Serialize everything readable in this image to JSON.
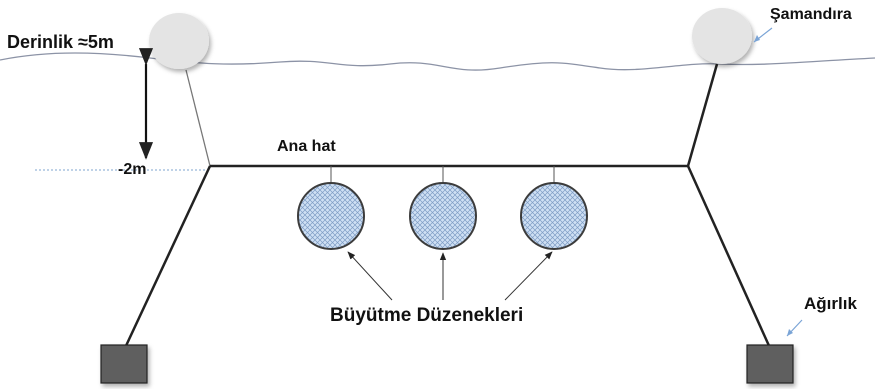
{
  "labels": {
    "depth": "Derinlik ≈5m",
    "depth_marker": "-2m",
    "main_line": "Ana hat",
    "buoy": "Şamandıra",
    "weight": "Ağırlık",
    "growth_devices": "Büyütme Düzenekleri"
  },
  "colors": {
    "water_line": "#8c93a6",
    "depth_dashes": "#7fa6cf",
    "buoy_fill": "#e4e4e4",
    "net_fill": "#cfe0f4",
    "net_stroke": "#3c3c3c",
    "weight_fill": "#5f5f5f",
    "arrow_blue": "#7aa4d6"
  }
}
